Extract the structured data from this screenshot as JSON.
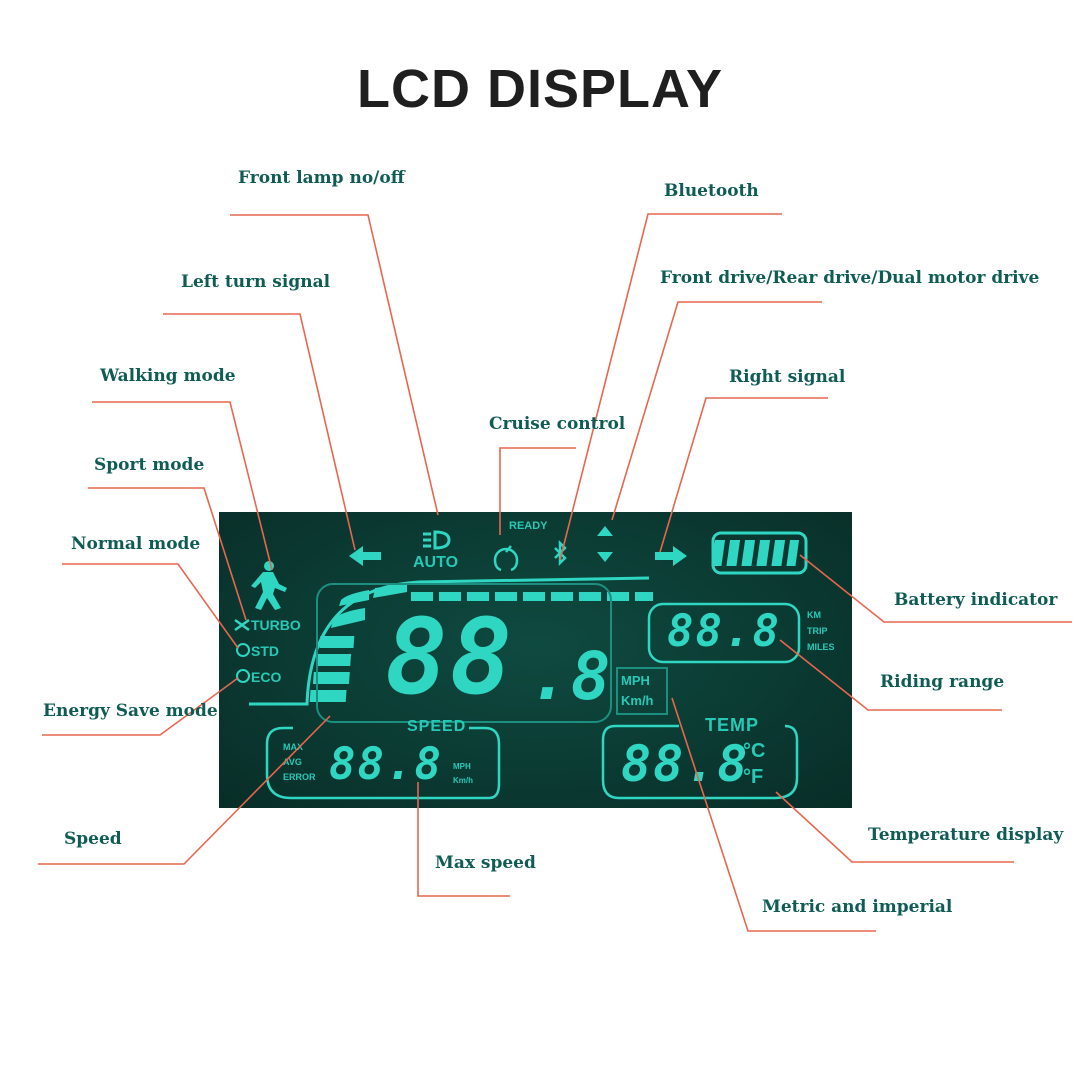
{
  "title": "LCD DISPLAY",
  "callouts": {
    "front_lamp": "Front lamp no/off",
    "bluetooth": "Bluetooth",
    "left_turn": "Left turn signal",
    "drive": "Front drive/Rear drive/Dual motor drive",
    "walking": "Walking mode",
    "right_signal": "Right signal",
    "cruise": "Cruise control",
    "sport": "Sport mode",
    "normal": "Normal mode",
    "battery": "Battery indicator",
    "riding_range": "Riding range",
    "energy_save": "Energy Save mode",
    "speed": "Speed",
    "max_speed": "Max speed",
    "temperature": "Temperature display",
    "metric": "Metric and imperial"
  },
  "lcd": {
    "auto": "AUTO",
    "ready": "READY",
    "turbo": "TURBO",
    "std": "STD",
    "eco": "ECO",
    "main_digits": "88",
    "main_decimal": ".8",
    "mph": "MPH",
    "kmh": "Km/h",
    "speed_label": "SPEED",
    "temp_label": "TEMP",
    "range_digits": "88.8",
    "km": "KM",
    "trip": "TRIP",
    "miles": "MILES",
    "max": "MAX",
    "avg": "AVG",
    "error": "ERROR",
    "small_digits": "88.8",
    "small_mph": "MPH",
    "small_kmh": "Km/h",
    "temp_digits": "88.8",
    "celsius": "°C",
    "fahrenheit": "°F"
  },
  "colors": {
    "lcd_bg": "#0b3b33",
    "segment": "#2fd6c2",
    "leader": "#e8664f",
    "label": "#0f5c55"
  }
}
